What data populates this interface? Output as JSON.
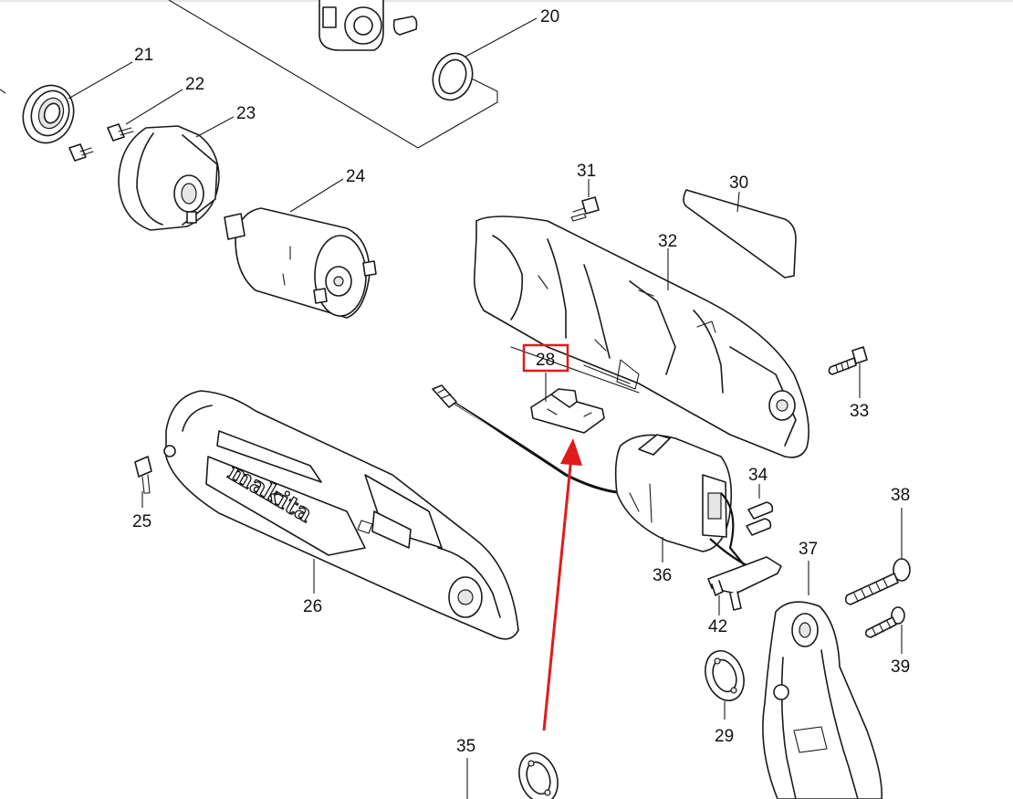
{
  "diagram": {
    "type": "exploded-parts-view",
    "brand_text": "makita",
    "part_labels": [
      "20",
      "21",
      "22",
      "23",
      "24",
      "25",
      "26",
      "28",
      "29",
      "30",
      "31",
      "32",
      "33",
      "34",
      "35",
      "36",
      "37",
      "38",
      "39",
      "42"
    ],
    "highlighted_part": "28",
    "highlight_color": "#e01b1b",
    "arrow_color": "#e01b1b",
    "line_color": "#1a1a1a"
  }
}
